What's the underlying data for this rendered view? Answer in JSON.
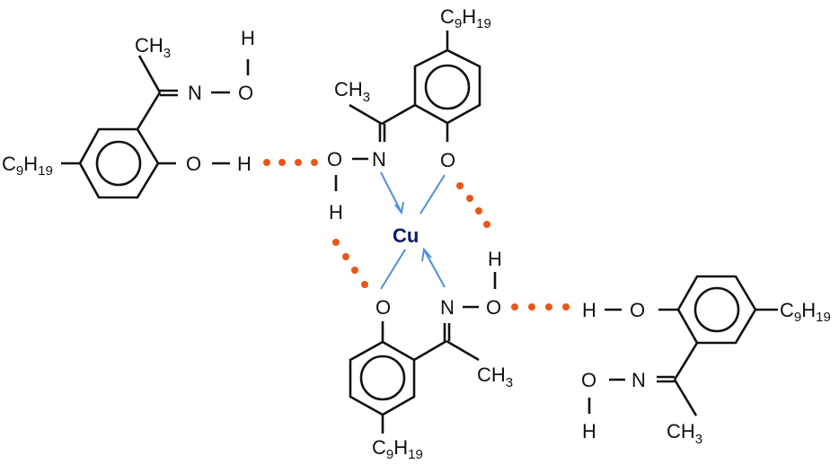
{
  "diagram": {
    "title": "Cu complex with hydrogen-bonded 2-hydroxy-5-nonylacetophenone oxime ligands",
    "colors": {
      "bond": "#111111",
      "coordination_bond": "#4a90e2",
      "hydrogen_bond": "#e8561a",
      "metal_label": "#0a1a6e"
    },
    "metal": {
      "label": "Cu"
    },
    "labels": {
      "ch3": "CH",
      "ch3_sub": "3",
      "c9h19_c": "C",
      "c9h19_sub1": "9",
      "c9h19_h": "H",
      "c9h19_sub2": "19",
      "n": "N",
      "o": "O",
      "h": "H"
    },
    "molecules": [
      {
        "name": "free-ligand-left",
        "groups": [
          "CH3",
          "N",
          "O",
          "H",
          "O",
          "H",
          "C9H19"
        ]
      },
      {
        "name": "coordinated-ligand-top",
        "groups": [
          "C9H19",
          "CH3",
          "N",
          "O",
          "H",
          "O"
        ]
      },
      {
        "name": "coordinated-ligand-bottom",
        "groups": [
          "O",
          "N",
          "O",
          "H",
          "CH3",
          "C9H19"
        ]
      },
      {
        "name": "free-ligand-right",
        "groups": [
          "H",
          "O",
          "C9H19",
          "O",
          "N",
          "H",
          "CH3"
        ]
      }
    ],
    "interactions": {
      "coordination_bonds": 4,
      "hydrogen_bonds": 4
    }
  }
}
